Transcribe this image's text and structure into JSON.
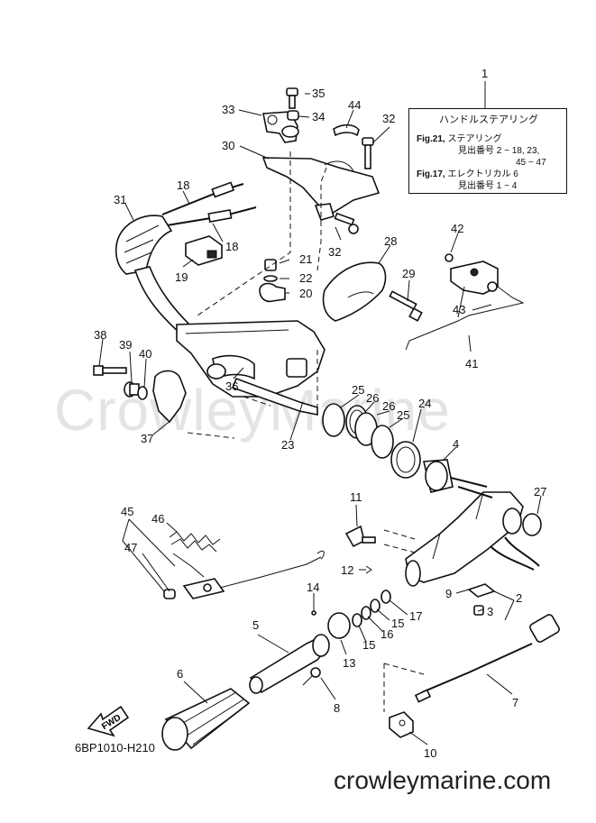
{
  "watermark": "CrowleyMarine",
  "site_url": "crowleymarine.com",
  "diagram_code": "6BP1010-H210",
  "fwd_label": "FWD",
  "legend": {
    "ref": "1",
    "title": "ハンドルステアリング",
    "line1_fig": "Fig.21,",
    "line1_text": " ステアリング",
    "line2": "見出番号 2 ~ 18, 23,",
    "line3": "45 ~ 47",
    "line4_fig": "Fig.17,",
    "line4_text": " エレクトリカル 6",
    "line5": "見出番号 1 ~ 4"
  },
  "callouts": {
    "c35": "35",
    "c33": "33",
    "c34": "34",
    "c44": "44",
    "c32a": "32",
    "c30": "30",
    "c18a": "18",
    "c31": "31",
    "c18b": "18",
    "c32b": "32",
    "c28": "28",
    "c42": "42",
    "c19": "19",
    "c21": "21",
    "c22": "22",
    "c20": "20",
    "c29": "29",
    "c43": "43",
    "c38": "38",
    "c39": "39",
    "c40": "40",
    "c41": "41",
    "c25a": "25",
    "c26a": "26",
    "c26b": "26",
    "c25b": "25",
    "c36": "36",
    "c37": "37",
    "c24": "24",
    "c23": "23",
    "c4": "4",
    "c27": "27",
    "c11": "11",
    "c45": "45",
    "c46": "46",
    "c47": "47",
    "c12": "12",
    "c9": "9",
    "c2": "2",
    "c3": "3",
    "c14": "14",
    "c17": "17",
    "c15a": "15",
    "c15b": "15",
    "c16": "16",
    "c5": "5",
    "c13": "13",
    "c6": "6",
    "c8": "8",
    "c7": "7",
    "c10": "10"
  }
}
